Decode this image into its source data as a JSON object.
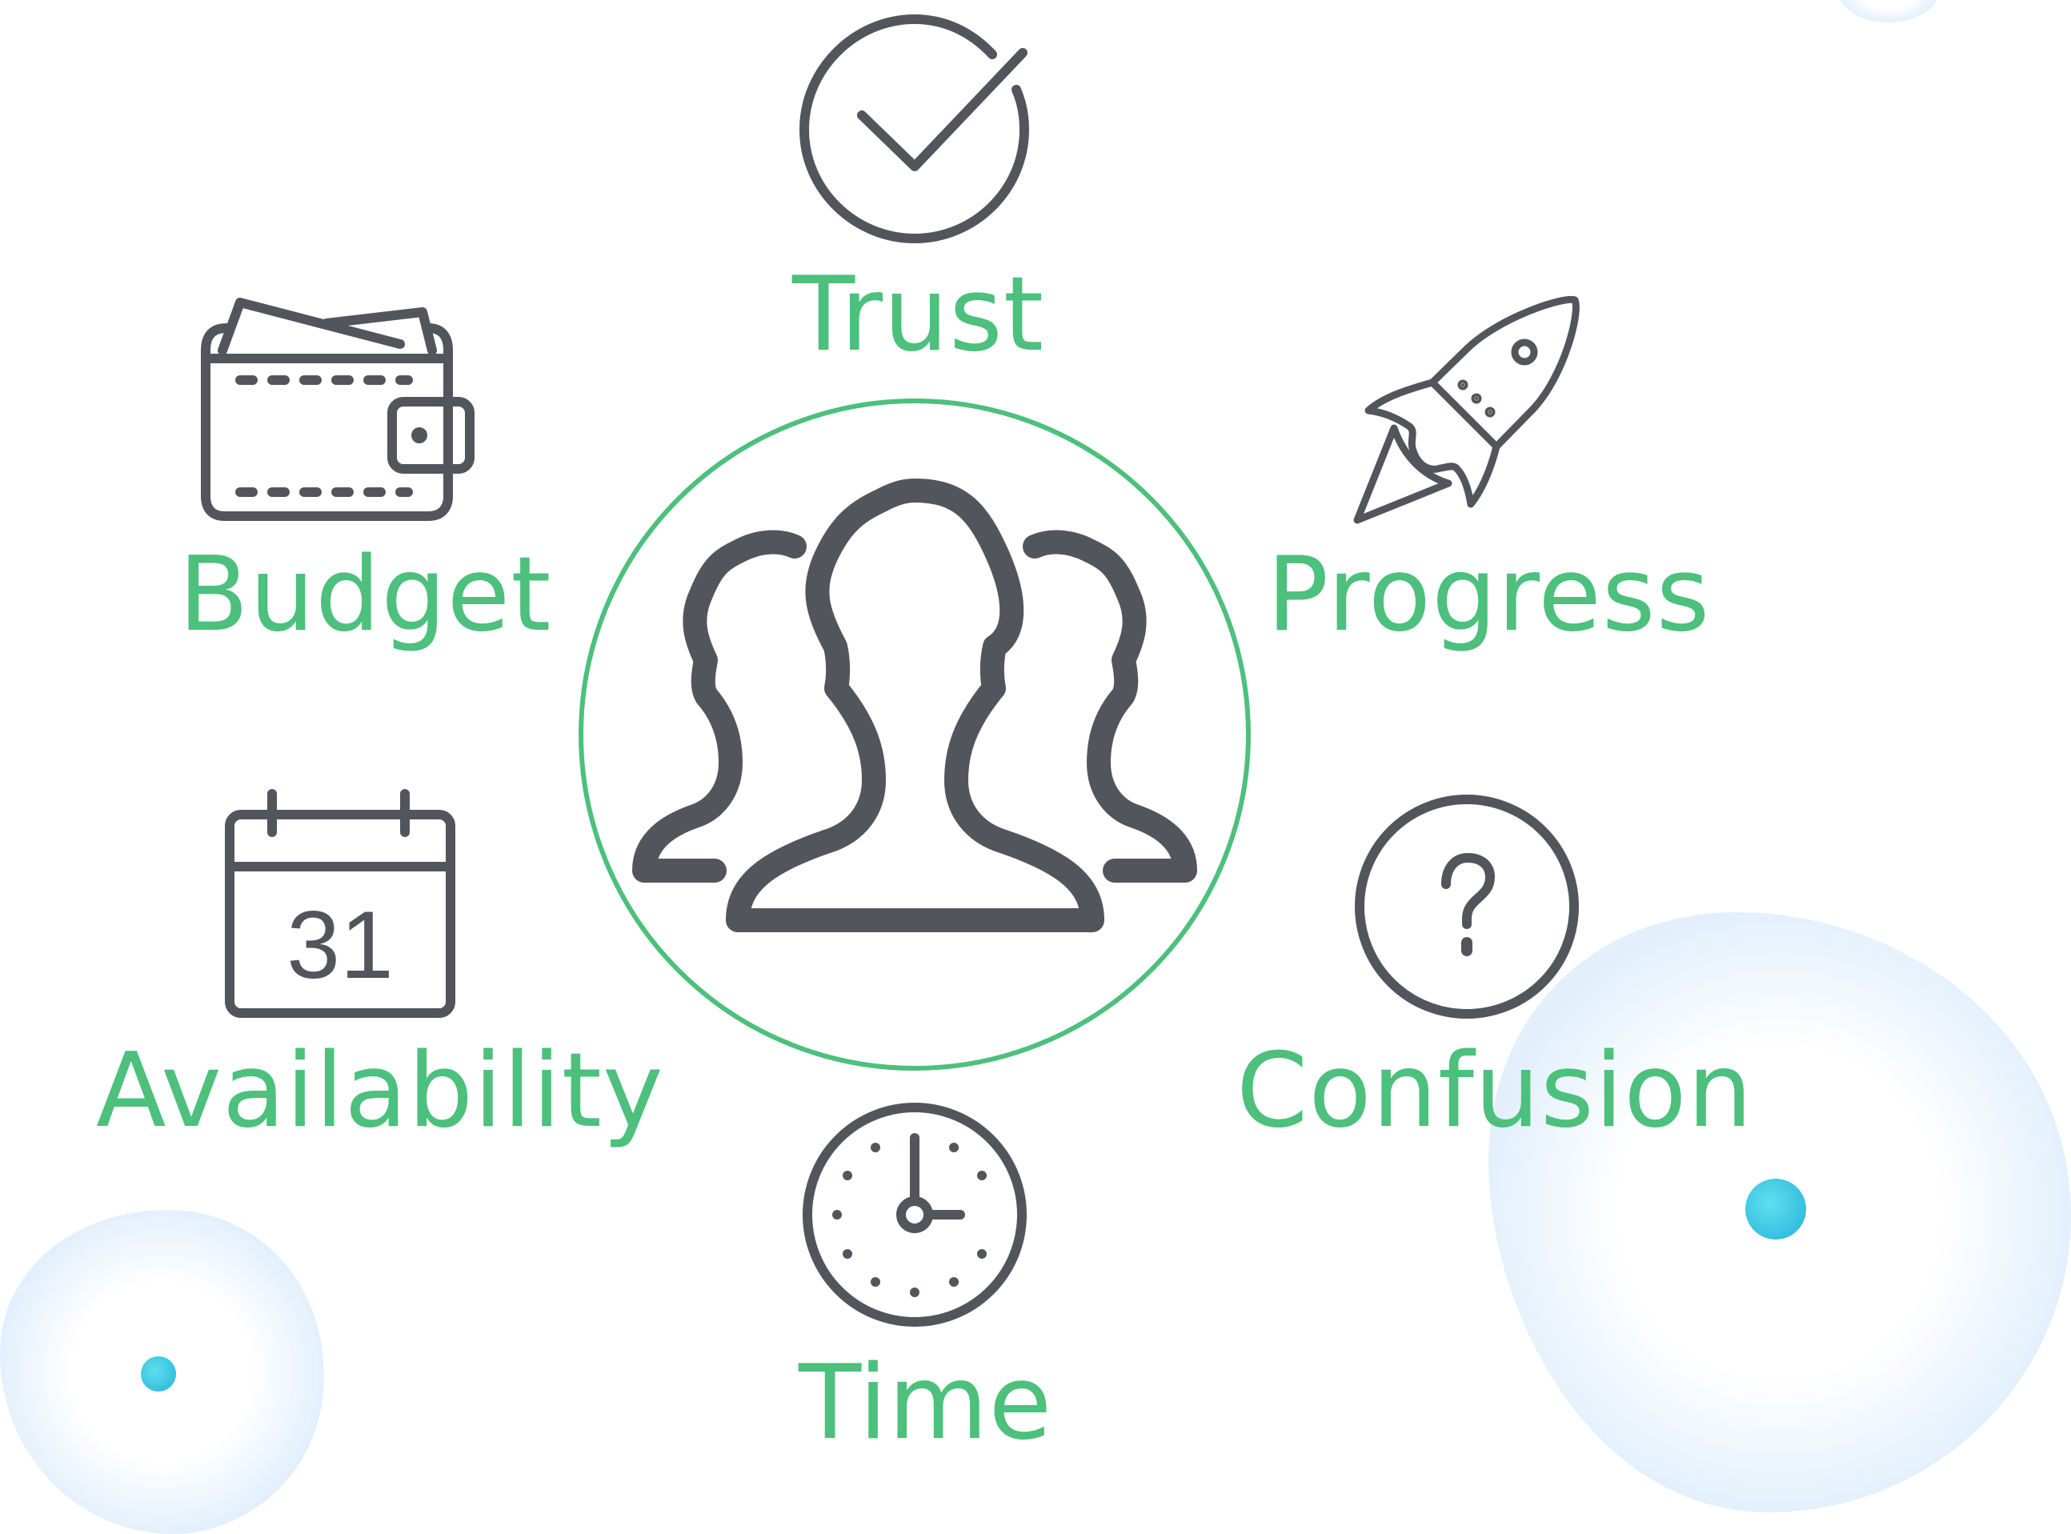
{
  "colors": {
    "accent_green": "#4cc07c",
    "icon_gray": "#52565c",
    "bubble_fill": "#eaf4fd",
    "dot_cyan": "#3fd0e4"
  },
  "center": {
    "icon": "users-group-icon"
  },
  "factors": [
    {
      "label": "Trust",
      "icon": "check-circle-icon"
    },
    {
      "label": "Progress",
      "icon": "rocket-icon"
    },
    {
      "label": "Confusion",
      "icon": "question-circle-icon"
    },
    {
      "label": "Time",
      "icon": "clock-icon"
    },
    {
      "label": "Availability",
      "icon": "calendar-icon",
      "icon_text": "31"
    },
    {
      "label": "Budget",
      "icon": "wallet-icon"
    }
  ]
}
